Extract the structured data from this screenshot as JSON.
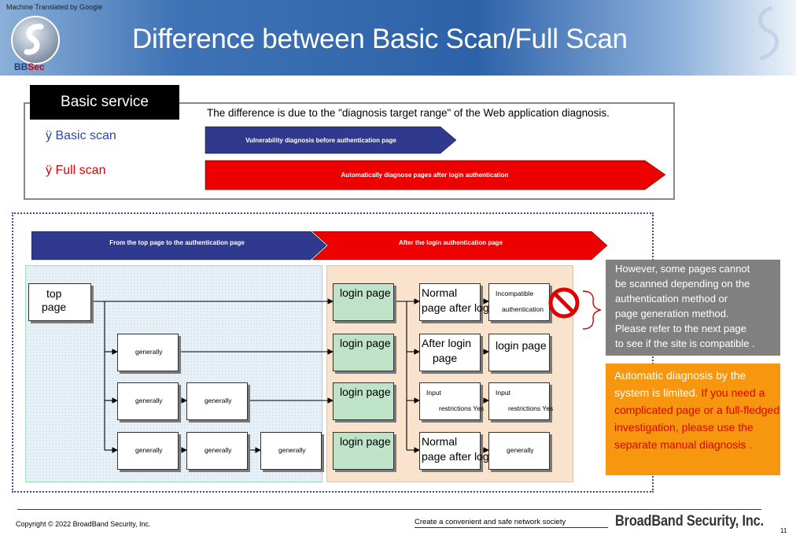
{
  "header": {
    "machine_translated": "Machine Translated by Google",
    "logo_text_a": "BB",
    "logo_text_b": "Sec",
    "title": "Difference between Basic Scan/Full Scan"
  },
  "service": {
    "label": "Basic service",
    "description": "The difference is due to the \"diagnosis target range\" of the Web application diagnosis.",
    "basic_scan": "ÿ Basic scan",
    "full_scan": "ÿ Full scan",
    "basic_arrow": "Vulnerability diagnosis before authentication page",
    "full_arrow": "Automatically diagnose pages after login authentication"
  },
  "flow": {
    "left_header": "From the top page to the authentication page",
    "right_header": "After the login authentication page",
    "top_page_1": "top",
    "top_page_2": "page",
    "generally": "generally",
    "login_page": "login page",
    "normal_1": "Normal",
    "normal_2": "page after login",
    "after_login_1": "After login",
    "after_login_2": "page",
    "input_1": "Input",
    "input_2": "restrictions Yes",
    "incompatible_1": "Incompatible",
    "incompatible_2": "authentication"
  },
  "notes": {
    "gray_lines": [
      "However, some pages cannot",
      "be scanned depending on the",
      "authentication method or",
      "page generation method.",
      "Please refer to the next page",
      "to see if the site is compatible ."
    ],
    "orange_a": "Automatic diagnosis by the system is limited.",
    "orange_b": " If you need a complicated page or a full-fledged investigation, please use the separate manual diagnosis ."
  },
  "footer": {
    "copyright": "Copyright © 2022 BroadBand Security, Inc.",
    "slogan": "Create a convenient and safe network society",
    "company": "BroadBand Security, Inc.",
    "page_number": "11"
  },
  "colors": {
    "blue_arrow": "#2f3a8f",
    "red_arrow": "#ee0000",
    "green_node": "#bfe3c8",
    "orange_note": "#f7960f",
    "gray_note": "#808080"
  }
}
